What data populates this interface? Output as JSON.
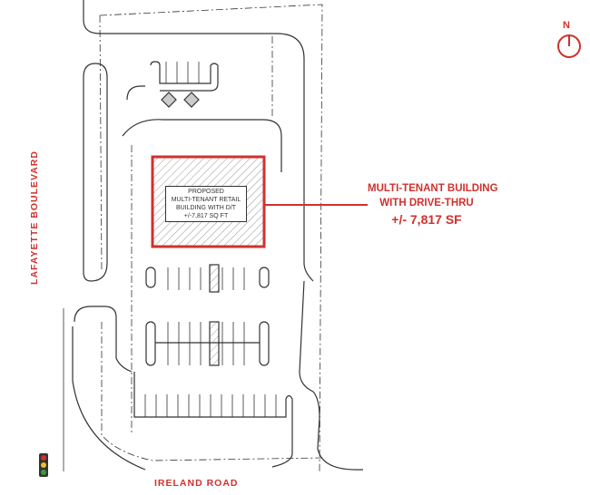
{
  "compass": {
    "letter": "N"
  },
  "callout": {
    "line1": "MULTI-TENANT BUILDING",
    "line2": "WITH DRIVE-THRU",
    "area": "+/- 7,817 SF"
  },
  "building": {
    "lines": [
      "PROPOSED",
      "MULTI-TENANT RETAIL",
      "BUILDING WITH D/T",
      "+/-7,817 SQ FT"
    ]
  },
  "roads": {
    "west": "LAFAYETTE BOULEVARD",
    "south": "IRELAND ROAD"
  },
  "colors": {
    "accent": "#d0312d",
    "linework": "#333333"
  }
}
